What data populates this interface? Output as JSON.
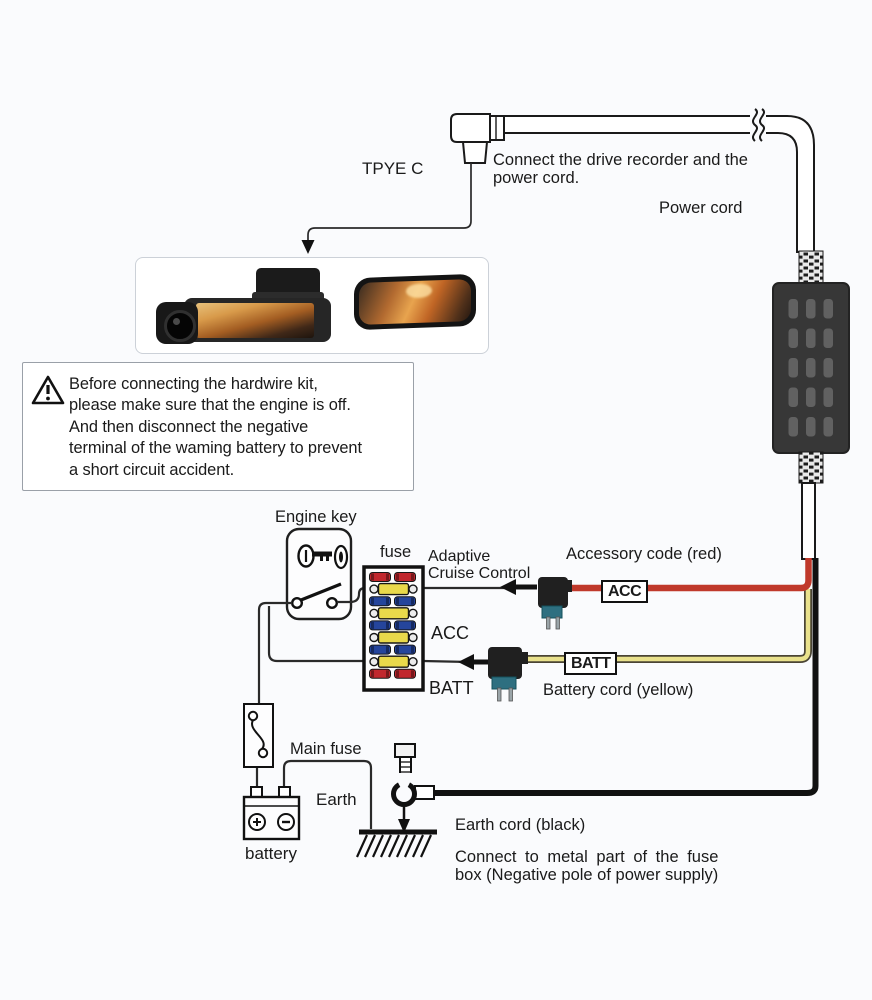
{
  "colors": {
    "background": "#fafbfd",
    "line": "#1a1a1a",
    "wire_red": "#c0392b",
    "wire_yellow": "#e9e18c",
    "wire_yellow_edge": "#4a4435",
    "wire_black": "#111111",
    "fuse_red": "#c1272d",
    "fuse_blue": "#25459c",
    "fuse_yellow": "#e9d94b",
    "tap_body": "#202020",
    "tap_prong": "#2e6f80",
    "module_body": "#373737",
    "module_slot": "#616161"
  },
  "top": {
    "type_c_label": "TPYE C",
    "connect_note": [
      "Connect the drive recorder and the",
      "power cord."
    ],
    "power_cord_label": "Power cord"
  },
  "warning": {
    "lines": [
      "Before connecting the hardwire kit,",
      "please make sure that the engine is off.",
      "And then disconnect the negative",
      "terminal of the waming battery to prevent",
      "a short circuit accident."
    ]
  },
  "circuit": {
    "engine_key_label": "Engine key",
    "fuse_label": "fuse",
    "adaptive_lines": [
      "Adaptive",
      "Cruise Control"
    ],
    "acc_text": "ACC",
    "batt_text": "BATT",
    "acc_tag": "ACC",
    "batt_tag": "BATT",
    "accessory_cord_label": "Accessory code (red)",
    "battery_cord_label": "Battery cord (yellow)",
    "earth_cord_label": "Earth cord (black)",
    "connect_metal_lines": [
      "Connect to metal part of the fuse",
      "box (Negative pole of power supply)"
    ],
    "main_fuse_label": "Main fuse",
    "earth_label": "Earth",
    "battery_label": "battery",
    "fuse_rows": [
      {
        "style": "pair",
        "color": "red"
      },
      {
        "style": "single",
        "color": "yellow"
      },
      {
        "style": "pair",
        "color": "blue"
      },
      {
        "style": "single",
        "color": "yellow"
      },
      {
        "style": "pair",
        "color": "blue"
      },
      {
        "style": "single",
        "color": "yellow"
      },
      {
        "style": "pair",
        "color": "blue"
      },
      {
        "style": "single",
        "color": "yellow"
      },
      {
        "style": "pair",
        "color": "red"
      }
    ]
  }
}
